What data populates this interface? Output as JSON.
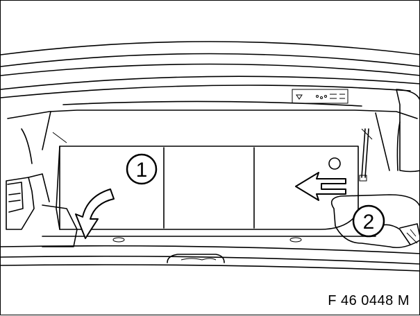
{
  "figure": {
    "callouts": [
      {
        "number": "1"
      },
      {
        "number": "2"
      }
    ],
    "code": "F 46 0448 M"
  }
}
